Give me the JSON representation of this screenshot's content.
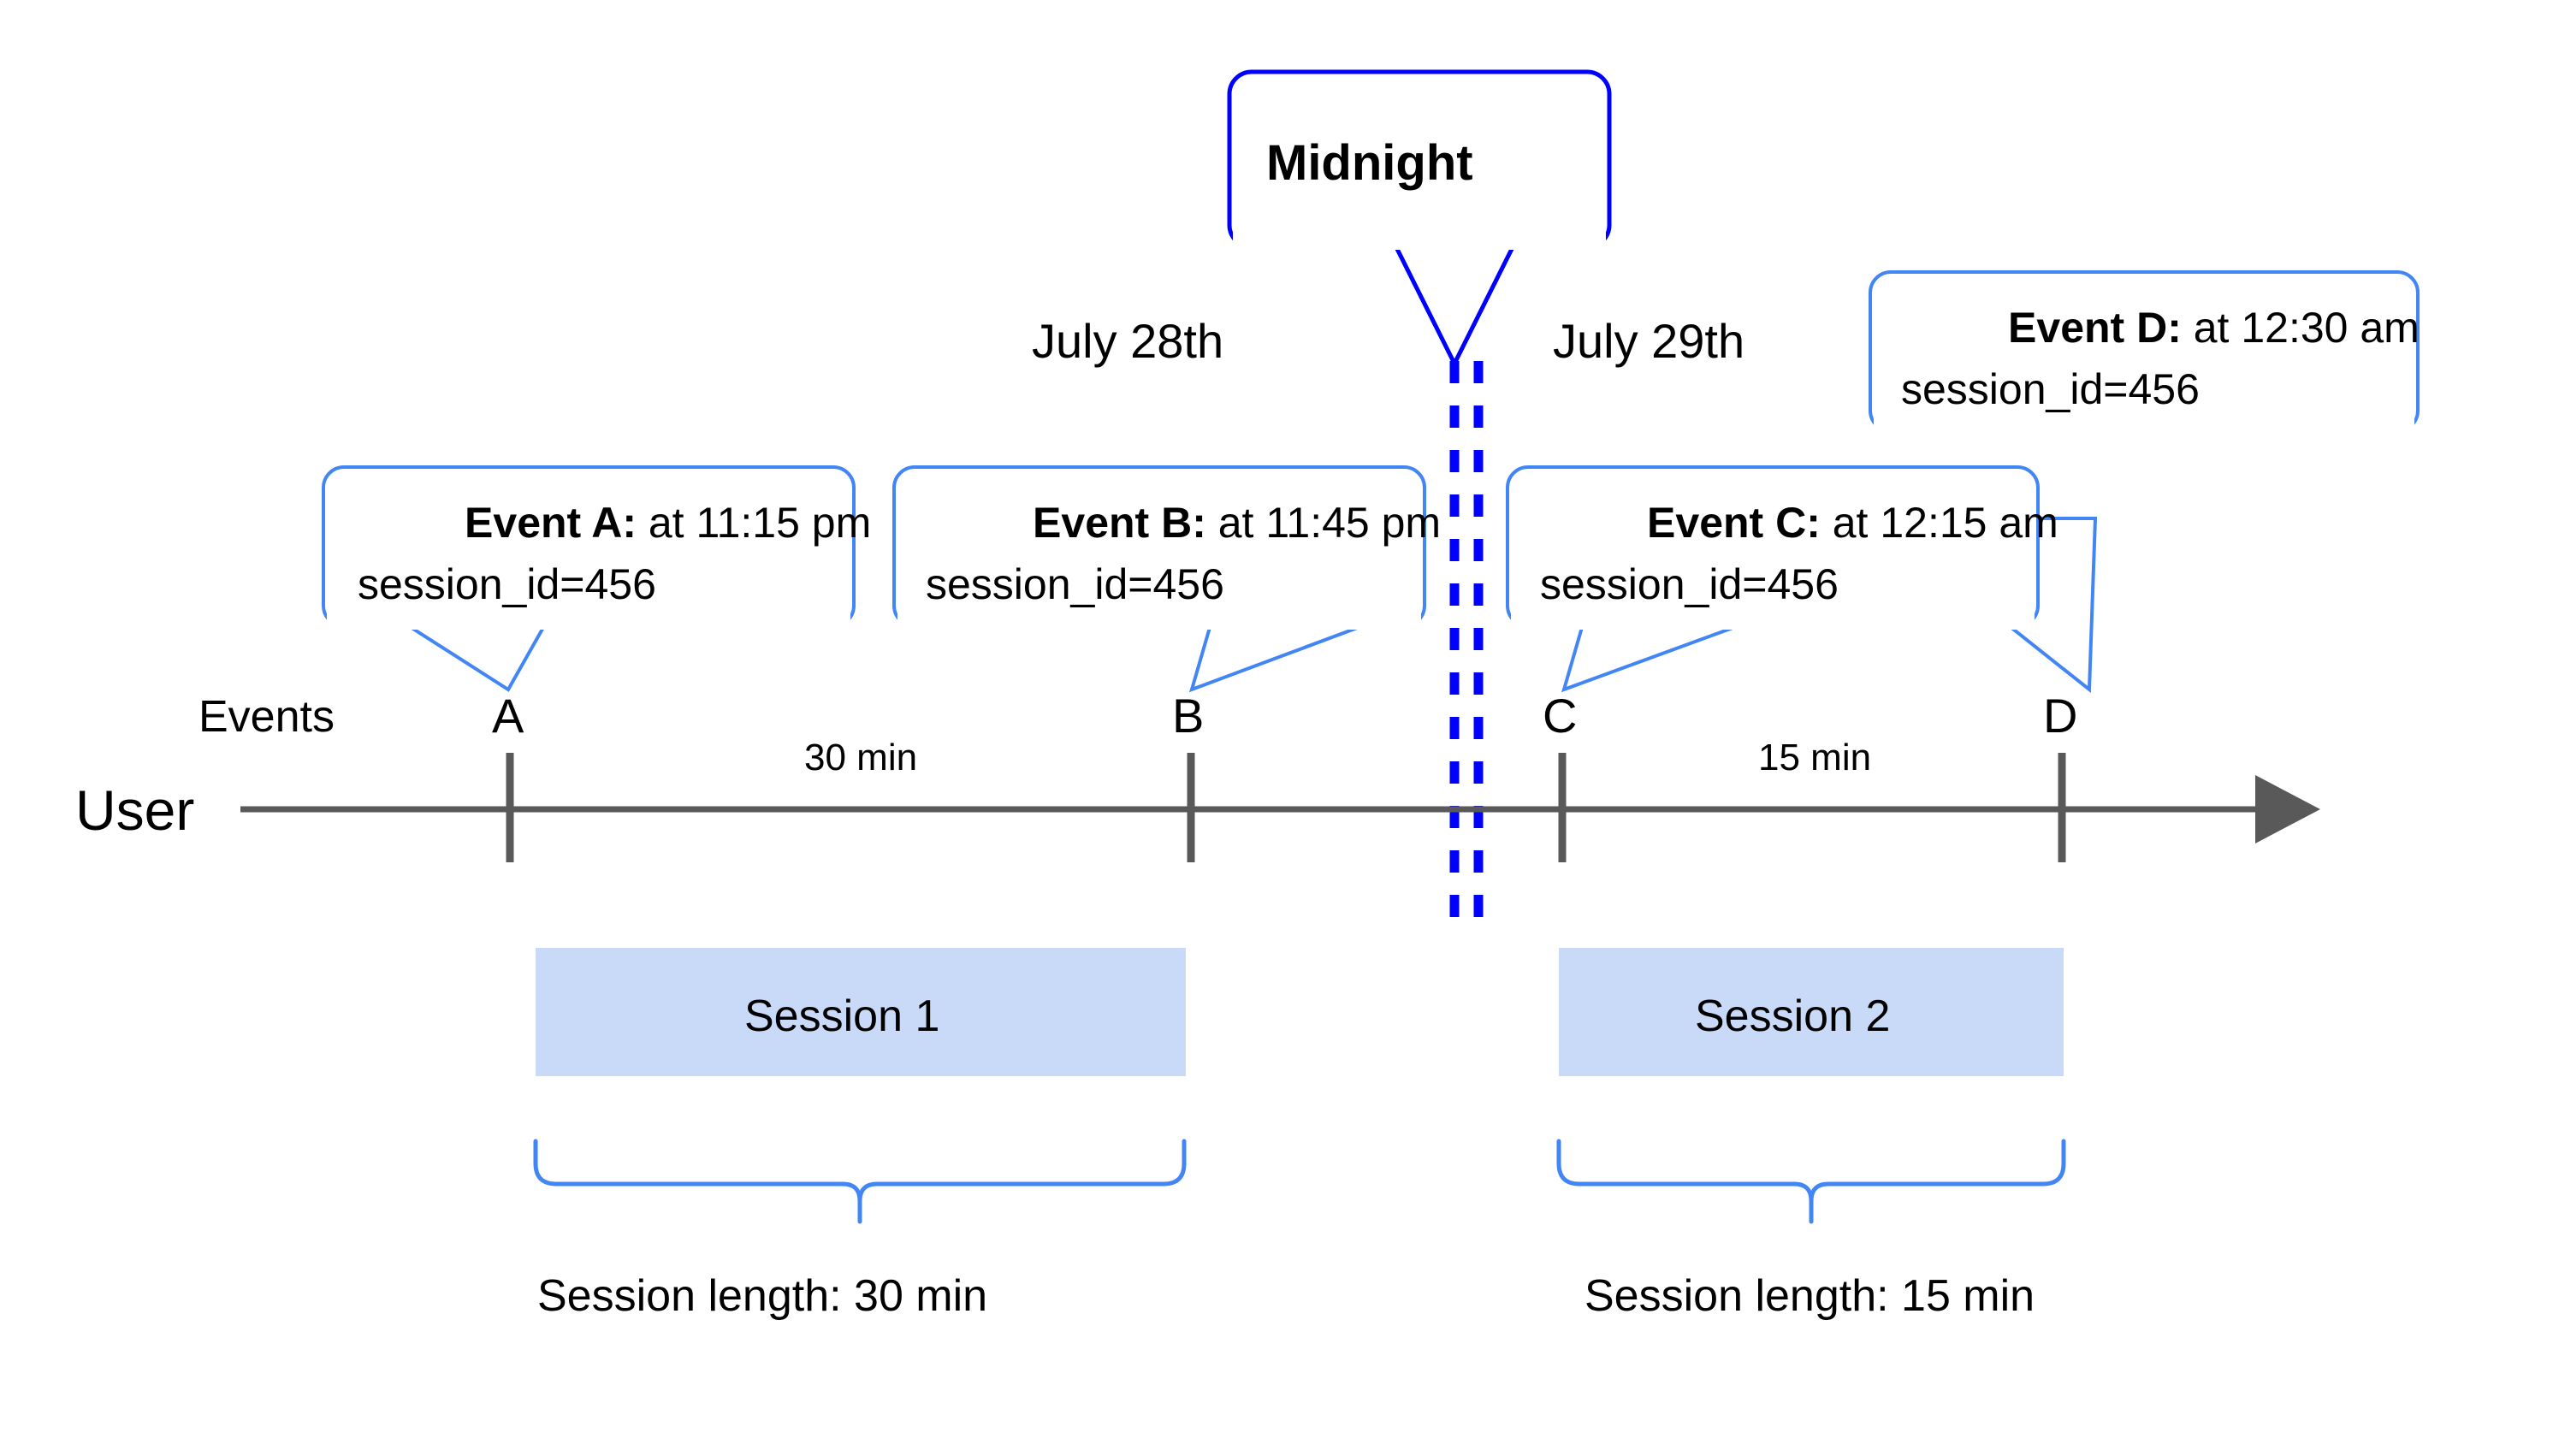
{
  "diagram": {
    "title_callout": {
      "label": "Midnight"
    },
    "lane_labels": {
      "events": "Events",
      "user": "User"
    },
    "date_labels": [
      {
        "id": "july-28",
        "text": "July 28th"
      },
      {
        "id": "july-29",
        "text": "July 29th"
      }
    ],
    "event_ticks": [
      {
        "id": "A",
        "label": "A"
      },
      {
        "id": "B",
        "label": "B"
      },
      {
        "id": "C",
        "label": "C"
      },
      {
        "id": "D",
        "label": "D"
      }
    ],
    "interval_labels": [
      {
        "id": "a-to-b",
        "text": "30 min"
      },
      {
        "id": "c-to-d",
        "text": "15 min"
      }
    ],
    "event_callouts": [
      {
        "id": "event-a",
        "title": "Event A:",
        "detail": " at 11:15 pm",
        "line2": "session_id=456"
      },
      {
        "id": "event-b",
        "title": "Event B:",
        "detail": " at 11:45 pm",
        "line2": "session_id=456"
      },
      {
        "id": "event-c",
        "title": "Event C:",
        "detail": " at 12:15 am",
        "line2": "session_id=456"
      },
      {
        "id": "event-d",
        "title": "Event D:",
        "detail": " at 12:30 am",
        "line2": "session_id=456"
      }
    ],
    "sessions": [
      {
        "id": "session-1",
        "label": "Session 1",
        "length_label": "Session length: 30 min"
      },
      {
        "id": "session-2",
        "label": "Session 2",
        "length_label": "Session length: 15 min"
      }
    ],
    "colors": {
      "callout_border": "#4285f4",
      "midnight_border": "#0000ff",
      "midnight_divider": "#0000ff",
      "axis": "#595959",
      "session_fill": "#c9daf8",
      "text": "#000000",
      "background": "#ffffff"
    }
  }
}
